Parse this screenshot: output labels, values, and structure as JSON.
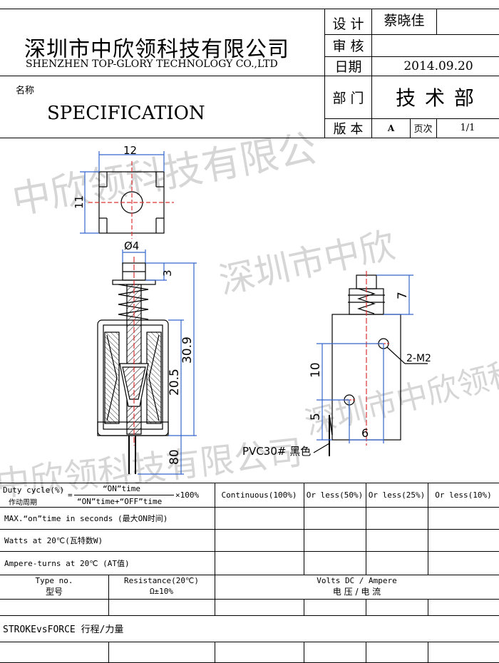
{
  "header": {
    "company_cn": "深圳市中欣领科技有限公司",
    "company_en": "SHENZHEN TOP-GLORY TECHNOLOGY CO.,LTD",
    "name_label": "名称",
    "doc_title": "SPECIFICATION",
    "design_label": "设 计",
    "design_value": "蔡晓佳",
    "review_label": "审 核",
    "review_value": "",
    "date_label": "日期",
    "date_value": "2014.09.20",
    "dept_label": "部 门",
    "dept_value": "技 术 部",
    "version_label": "版  本",
    "version_value": "A",
    "page_label": "页次",
    "page_value": "1/1"
  },
  "watermark": {
    "text_1": "中欣领科技有限公",
    "text_2": "深圳市中欣",
    "text_3": "中欣领科技有限公司",
    "text_4": "深圳市中欣领科技有"
  },
  "drawing": {
    "dim_width": "12",
    "dim_height": "11",
    "dim_diameter": "Ø4",
    "dim_plunger_top": "3",
    "dim_total_length": "30.9",
    "dim_body_length": "20.5",
    "dim_lead_length": "80",
    "dim_side_top": "7",
    "dim_side_hole_spacing": "10",
    "dim_side_hole_bottom": "5",
    "dim_side_hole_x": "6",
    "thread_label": "2-M2",
    "wire_label": "PVC30# 黑色"
  },
  "table": {
    "duty_label": "Duty cycle(%)",
    "duty_label_cn": "作动周期",
    "formula_eq": "=",
    "formula_num": "“ON”time",
    "formula_den": "“ON”time+“OFF”time",
    "formula_mult": "×100%",
    "col_continuous": "Continuous(100%)",
    "col_50": "Or less(50%)",
    "col_25": "Or less(25%)",
    "col_10": "Or less(10%)",
    "row_on_time": "MAX.“on”time in seconds (最大ON时间)",
    "row_watts": "Watts at 20℃(瓦特数W)",
    "row_ampere_turns": "Ampere-turns at 20℃ (AT值)",
    "type_no_label": "Type no.",
    "type_no_label_cn": "型号",
    "resistance_label": "Resistance(20℃)",
    "resistance_tol": "Ω±10%",
    "volts_label": "Volts DC / Ampere",
    "volts_label_cn": "电  压 / 电  流",
    "stroke_label": "STROKEvsFORCE 行程/力量"
  }
}
